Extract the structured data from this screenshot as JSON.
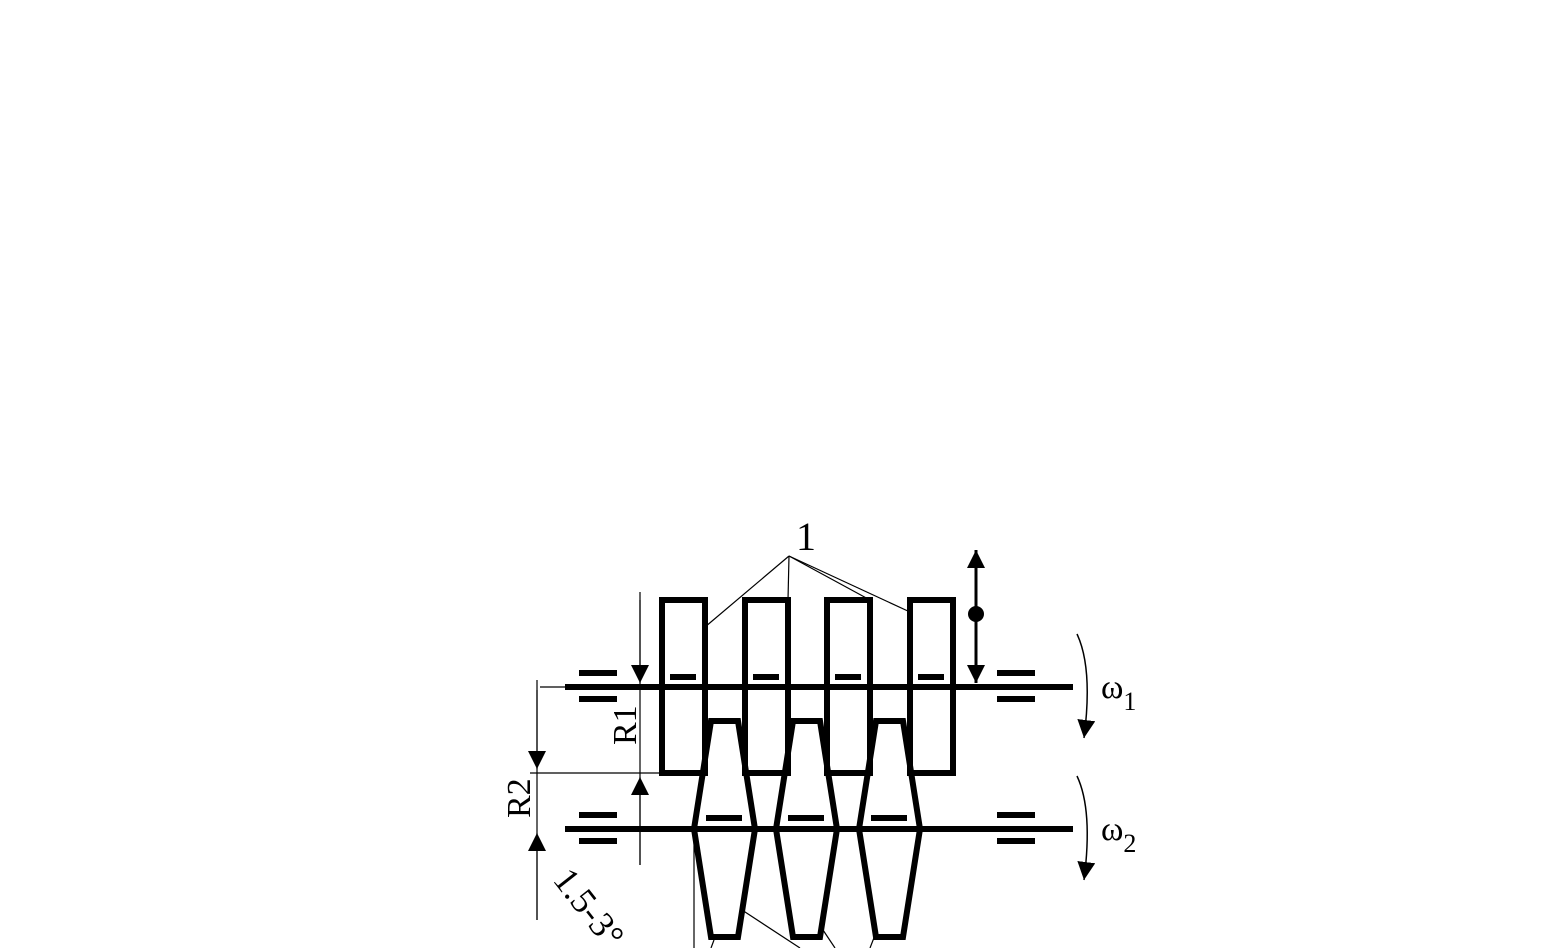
{
  "labels": {
    "part_number": "1",
    "radius_1": "R1",
    "radius_2": "R2",
    "omega": "ω",
    "omega_1_sub": "1",
    "omega_2_sub": "2",
    "angle": "1.5-3°"
  },
  "colors": {
    "line": "#000000",
    "background": "#ffffff"
  }
}
